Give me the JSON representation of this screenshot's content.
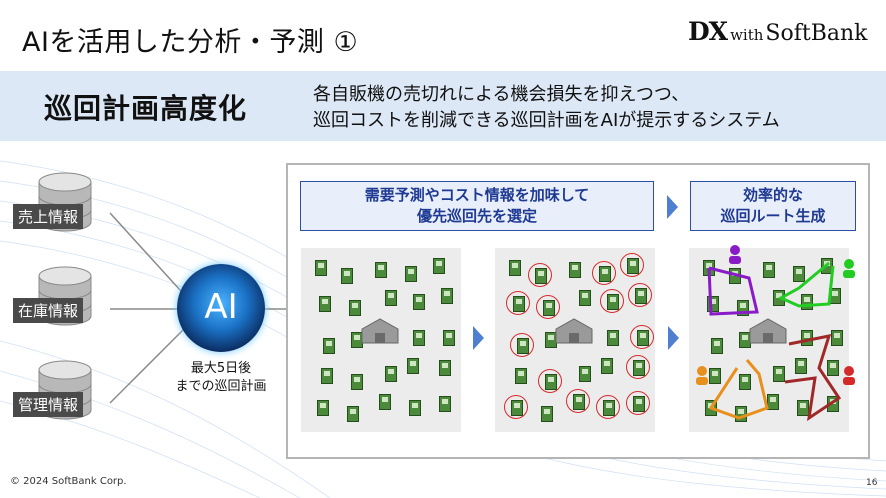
{
  "header": {
    "title": "AIを活用した分析・予測 ①",
    "logo": {
      "dx": "DX",
      "with": "with",
      "brand": "SoftBank"
    }
  },
  "banner": {
    "title": "巡回計画高度化",
    "desc_line1": "各自販機の売切れによる機会損失を抑えつつ、",
    "desc_line2": "巡回コストを削減できる巡回計画をAIが提示するシステム"
  },
  "sources": [
    {
      "label": "売上情報"
    },
    {
      "label": "在庫情報"
    },
    {
      "label": "管理情報"
    }
  ],
  "ai": {
    "label": "AI",
    "caption_line1": "最大5日後",
    "caption_line2": "までの巡回計画"
  },
  "steps": {
    "step1_line1": "需要予測やコスト情報を加味して",
    "step1_line2": "優先巡回先を選定",
    "step2_line1": "効率的な",
    "step2_line2": "巡回ルート生成"
  },
  "colors": {
    "route_purple": "#8a1cc8",
    "route_green": "#22cc22",
    "route_darkred": "#a02828",
    "route_orange": "#e8901e",
    "accent_blue": "#2d4ea5",
    "banner_bg": "#dde8f6"
  },
  "footer": {
    "copyright": "© 2024 SoftBank Corp.",
    "page": "16"
  }
}
